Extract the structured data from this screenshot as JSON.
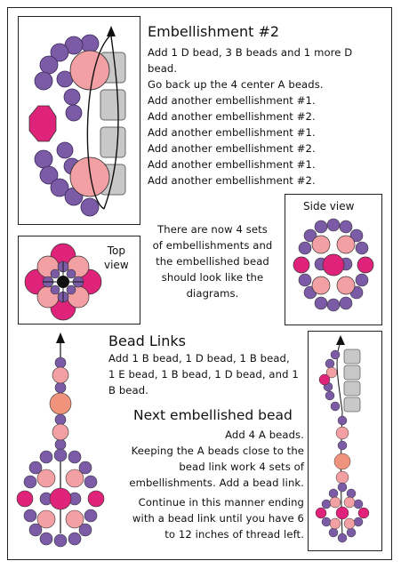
{
  "embellishment2": {
    "title": "Embellishment #2",
    "lines": [
      "Add 1 D bead, 3 B beads and 1 more D",
      "bead.",
      "Go back up the 4 center A beads.",
      "Add another embellishment #1.",
      "Add another embellishment #2.",
      "Add another embellishment #1.",
      "Add another embellishment #2.",
      "Add another embellishment #1.",
      "Add another embellishment #2."
    ]
  },
  "middle_note": {
    "lines": [
      "There are now 4 sets",
      "of embellishments and",
      "the  embellished bead",
      "should look like the",
      "diagrams."
    ]
  },
  "top_view": {
    "label_line1": "Top",
    "label_line2": "view"
  },
  "side_view": {
    "label": "Side view"
  },
  "bead_links": {
    "title": "Bead Links",
    "lines": [
      "Add 1 B bead, 1 D bead, 1 B bead,",
      "1 E bead, 1 B bead, 1 D bead, and 1",
      "B bead."
    ]
  },
  "next_bead": {
    "title": "Next embellished bead",
    "lines": [
      "Add 4 A beads.",
      "Keeping the A beads close to the",
      "bead link work 4 sets of",
      "embellishments. Add a bead link."
    ],
    "continue_lines": [
      "Continue in this manner ending",
      "with  a bead link until you have 6",
      "to 12 inches  of thread left."
    ]
  },
  "colors": {
    "purple": "#7b5aa6",
    "pink": "#f3a0a4",
    "magenta": "#e0237a",
    "gray": "#c8c8c8",
    "salmon": "#f0937d"
  }
}
